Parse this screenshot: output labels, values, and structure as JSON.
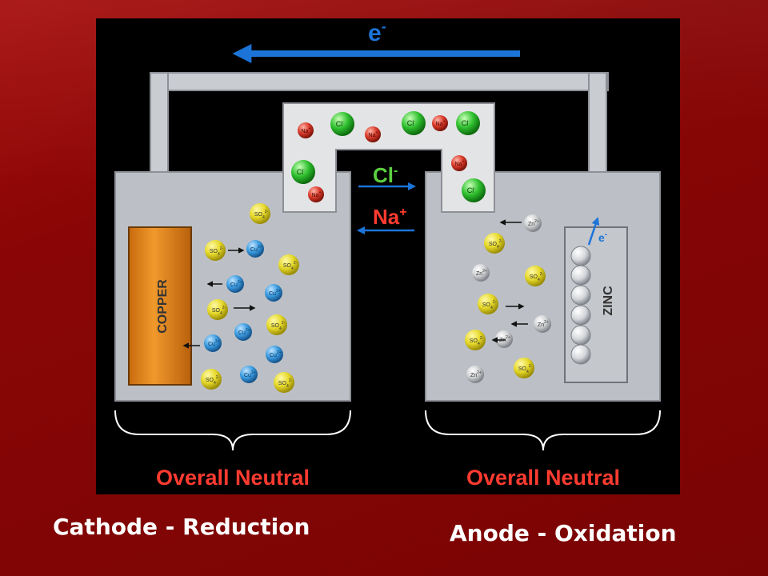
{
  "labels": {
    "electron_top": "e",
    "electron_top_sup": "-",
    "chloride_flow": "Cl",
    "chloride_flow_sup": "-",
    "sodium_flow": "Na",
    "sodium_flow_sup": "+",
    "electrode_left": "COPPER",
    "electrode_right": "ZINC",
    "electron_zinc": "e",
    "electron_zinc_sup": "-",
    "neutral_left": "Overall Neutral",
    "neutral_right": "Overall Neutral"
  },
  "captions": {
    "left": "Cathode - Reduction",
    "right": "Anode - Oxidation"
  },
  "ion_labels": {
    "so4": "SO",
    "so4_sub": "4",
    "so4_sup": "2-",
    "cu": "Cu",
    "cu_sup": "2+",
    "zn": "Zn",
    "zn_sup": "2+",
    "cl": "Cl",
    "cl_sup": "-",
    "na": "Na",
    "na_sup": "+"
  },
  "colors": {
    "panel": "#000000",
    "solution": "#bcc0c6",
    "frame": "#c9ccd0",
    "copper": "#e88a1c",
    "sulfate": "#e6d92a",
    "copper_ion": "#3a9be0",
    "zinc_ion": "#cfd0d2",
    "chloride": "#2fc02f",
    "sodium": "#d93a2a",
    "arrow_blue": "#1c74d8",
    "text_red": "#ff3b30",
    "caption": "#ffffff"
  },
  "icons": [
    "electron-flow-arrow",
    "ion-migration-arrow",
    "beaker-brace"
  ]
}
